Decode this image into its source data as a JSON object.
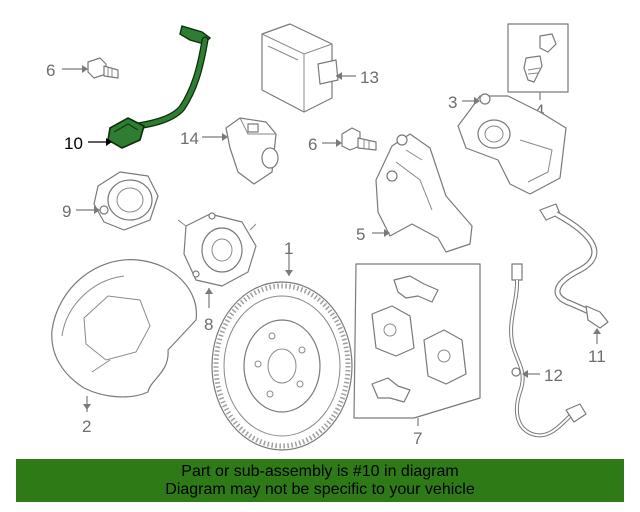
{
  "callouts": {
    "c1": "1",
    "c2": "2",
    "c3": "3",
    "c4": "4",
    "c5": "5",
    "c6a": "6",
    "c6b": "6",
    "c7": "7",
    "c8": "8",
    "c9": "9",
    "c10": "10",
    "c11": "11",
    "c12": "12",
    "c13": "13",
    "c14": "14"
  },
  "highlight": {
    "part_number": "10",
    "color": "#2e7d32",
    "outline": "#0b2e0b"
  },
  "banner": {
    "background": "#2e7a16",
    "line1": "Part or sub-assembly is #10 in diagram",
    "line2": "Diagram may not be specific to your vehicle"
  }
}
